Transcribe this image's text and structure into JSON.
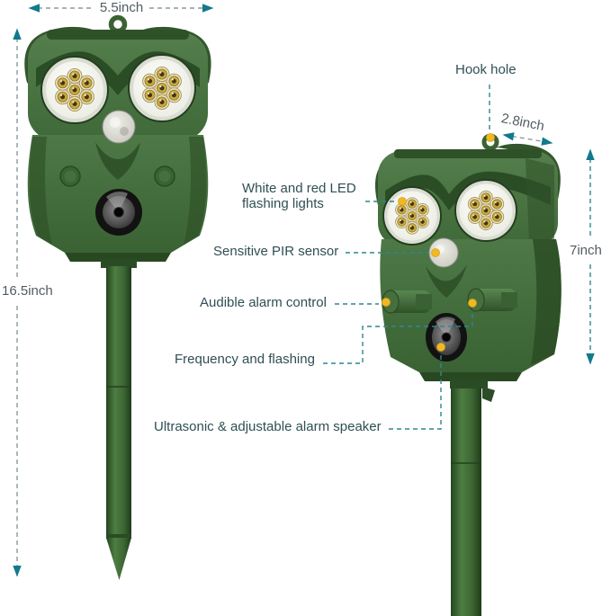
{
  "dimensions": {
    "top_width": "5.5inch",
    "left_height": "16.5inch",
    "head_width": "2.8inch",
    "right_height": "7inch"
  },
  "callouts": {
    "hook_hole": "Hook hole",
    "led": "White and red LED flashing lights",
    "pir": "Sensitive PIR sensor",
    "audible": "Audible alarm control",
    "frequency": "Frequency and flashing",
    "ultrasonic": "Ultrasonic & adjustable alarm speaker"
  },
  "colors": {
    "accent_teal": "#117a8c",
    "callout_line": "#2f8691",
    "dimension_line": "#8a9aa0",
    "marker_gold": "#f0b824",
    "owl_green": "#4a7443",
    "label_text": "#2f4f55"
  }
}
